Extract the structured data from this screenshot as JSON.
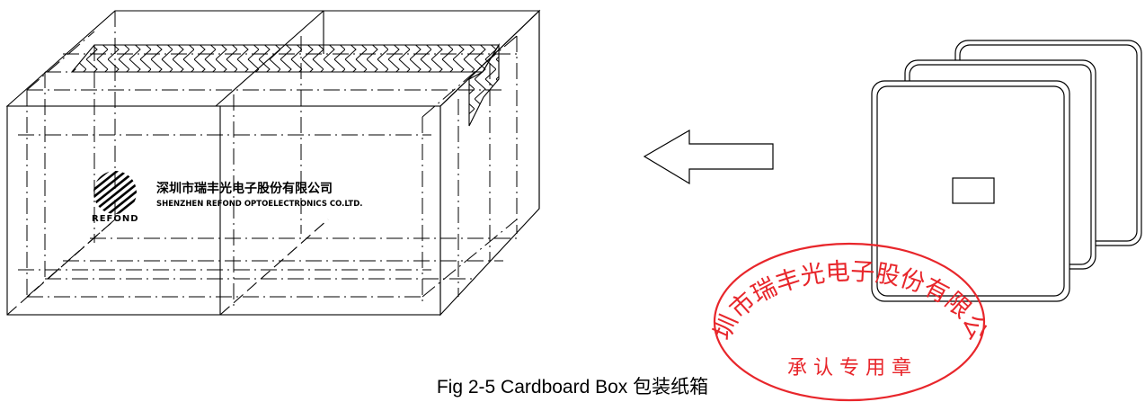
{
  "box": {
    "company_cn": "深圳市瑞丰光电子股份有限公司",
    "company_en": "SHENZHEN REFOND OPTOELECTRONICS CO.LTD.",
    "logo_text": "REFOND"
  },
  "stamp": {
    "arc_text": "深圳市瑞丰光电子股份有限公司",
    "bottom_text": "承 认 专 用 章",
    "color": "#e8262b"
  },
  "caption": "Fig 2-5 Cardboard Box 包装纸箱"
}
